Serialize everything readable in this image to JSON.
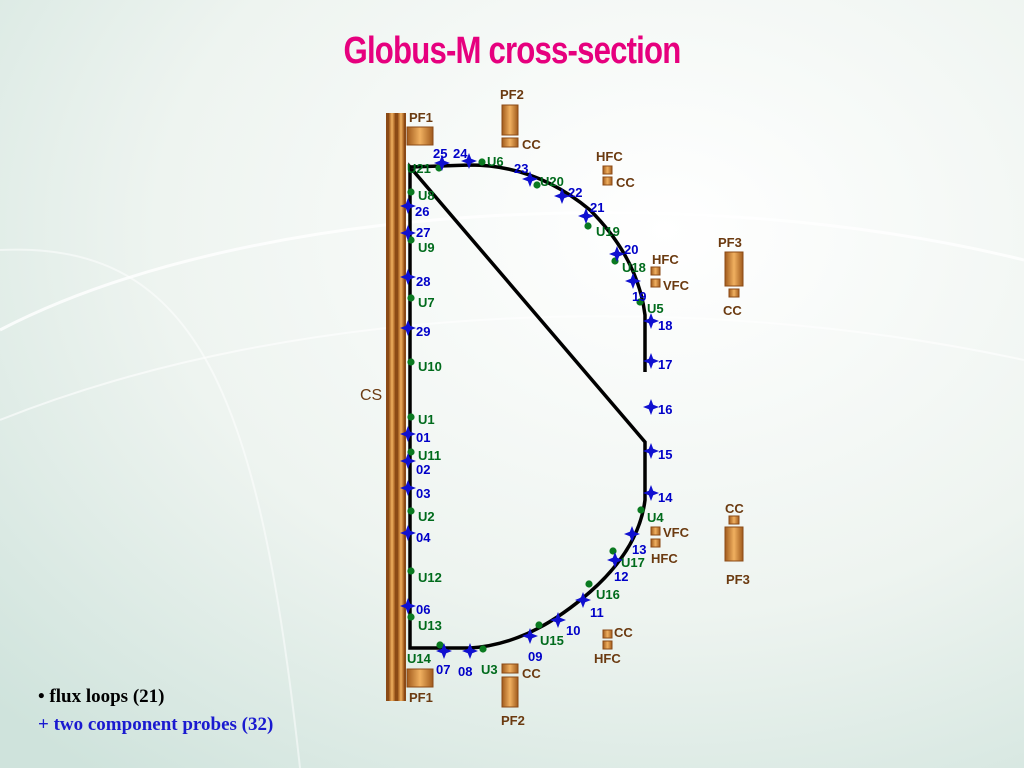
{
  "title": "Globus-M cross-section",
  "legend": {
    "flux": "• flux loops (21)",
    "probes": "+ two component probes (32)"
  },
  "colors": {
    "title": "#e6007e",
    "coil": "#c07830",
    "flux_loop": "#0a7a20",
    "probe": "#1010d0",
    "vessel": "#000000"
  },
  "labels": {
    "cs": "CS",
    "pf1_top": "PF1",
    "pf1_bottom": "PF1",
    "pf2_top": "PF2",
    "pf2_bottom": "PF2",
    "pf3_top": "PF3",
    "pf3_bottom": "PF3",
    "cc_1": "CC",
    "cc_2": "CC",
    "cc_3": "CC",
    "cc_4": "CC",
    "cc_5": "CC",
    "cc_6": "CC",
    "hfc_1": "HFC",
    "hfc_2": "HFC",
    "hfc_3": "HFC",
    "hfc_4": "HFC",
    "vfc_1": "VFC",
    "vfc_2": "VFC"
  },
  "flux_loops": [
    "U21",
    "U6",
    "U20",
    "U8",
    "U9",
    "U19",
    "U18",
    "U7",
    "U5",
    "U10",
    "U1",
    "U11",
    "U2",
    "U4",
    "U17",
    "U12",
    "U16",
    "U13",
    "U15",
    "U14",
    "U3"
  ],
  "probes": [
    "25",
    "24",
    "23",
    "22",
    "21",
    "20",
    "19",
    "26",
    "27",
    "28",
    "29",
    "18",
    "17",
    "16",
    "15",
    "14",
    "01",
    "02",
    "03",
    "04",
    "13",
    "12",
    "11",
    "10",
    "09",
    "06",
    "07",
    "08"
  ]
}
